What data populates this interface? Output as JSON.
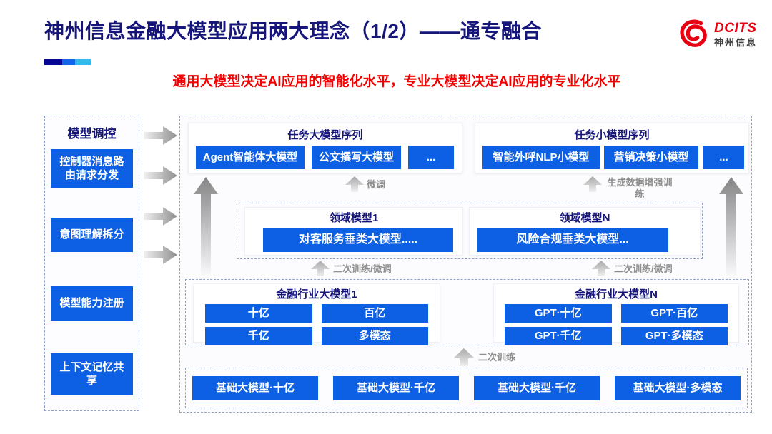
{
  "header": {
    "title": "神州信息金融大模型应用两大理念（1/2）——通专融合",
    "subtitle": "通用大模型决定AI应用的智能化水平，专业大模型决定AI应用的专业化水平",
    "logo": {
      "brand": "DCITS",
      "company": "神州信息"
    }
  },
  "sidebar": {
    "title": "模型调控",
    "items": [
      {
        "label": "控制器消息路由请求分发"
      },
      {
        "label": "意图理解拆分"
      },
      {
        "label": "模型能力注册"
      },
      {
        "label": "上下文记忆共享"
      }
    ]
  },
  "diagram": {
    "task_large_group": {
      "title": "任务大模型序列",
      "items": [
        "Agent智能体大模型",
        "公文撰写大模型",
        "..."
      ]
    },
    "task_small_group": {
      "title": "任务小模型序列",
      "items": [
        "智能外呼NLP小模型",
        "营销决策小模型",
        "..."
      ]
    },
    "domain_groups": [
      {
        "title": "领域模型1",
        "model": "对客服务垂类大模型....."
      },
      {
        "title": "领域模型N",
        "model": "风险合规垂类大模型..."
      }
    ],
    "industry_groups": [
      {
        "title": "金融行业大模型1",
        "models": [
          "十亿",
          "百亿",
          "千亿",
          "多模态"
        ]
      },
      {
        "title": "金融行业大模型N",
        "models": [
          "GPT·十亿",
          "GPT·百亿",
          "GPT·千亿",
          "GPT·多模态"
        ]
      }
    ],
    "base_models": [
      "基础大模型·十亿",
      "基础大模型·千亿",
      "基础大模型·千亿",
      "基础大模型·多模态"
    ],
    "flow_labels": {
      "finetune": "微调",
      "gen_data_training": "生成数据增强训练",
      "secondary_training_finetune_left": "二次训练/微调",
      "secondary_training_finetune_right": "二次训练/微调",
      "secondary_training": "二次训练"
    }
  },
  "colors": {
    "accent_blue": "#0d5fe3",
    "title_navy": "#16157a",
    "subtitle_red": "#f30000",
    "logo_red": "#e60012",
    "label_gray": "#8f8f8f"
  }
}
